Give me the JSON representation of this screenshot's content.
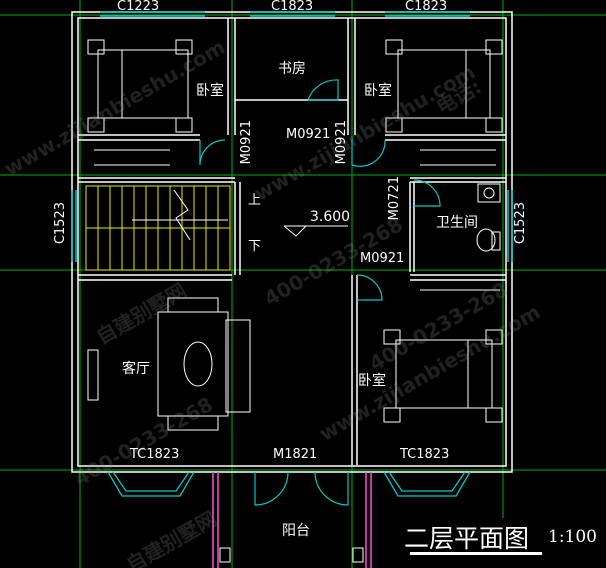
{
  "title": "二层平面图",
  "scale": "1:100",
  "rooms": {
    "bedroom_nw": "卧室",
    "study": "书房",
    "bedroom_ne": "卧室",
    "bathroom": "卫生间",
    "living_room": "客厅",
    "bedroom_se": "卧室",
    "balcony": "阳台"
  },
  "stair": {
    "up": "上",
    "down": "下"
  },
  "elevation": "3.600",
  "windows": {
    "w_nw": "C1223",
    "w_n_study": "C1823",
    "w_ne": "C1823",
    "w_west": "C1523",
    "w_east": "C1523",
    "w_sw": "TC1823",
    "w_se": "TC1823"
  },
  "doors": {
    "study_door": "M0921",
    "bed_nw_door": "M0921",
    "bed_ne_door": "M0921",
    "bath_door": "M0721",
    "bed_se_door": "M0921",
    "balcony_door": "M1821"
  },
  "watermarks": {
    "site": "www.zijianbieshu.com",
    "phone": "400-0233-268",
    "phone_label": "电话:",
    "brand": "自建别墅网"
  },
  "colors": {
    "wall": "#ffffff",
    "axis": "#00c000",
    "window": "#00c8c8",
    "stair": "#e6e600",
    "furniture": "#ffffff",
    "balcony_rail": "#ff4fd8",
    "door": "#00c8c8"
  }
}
